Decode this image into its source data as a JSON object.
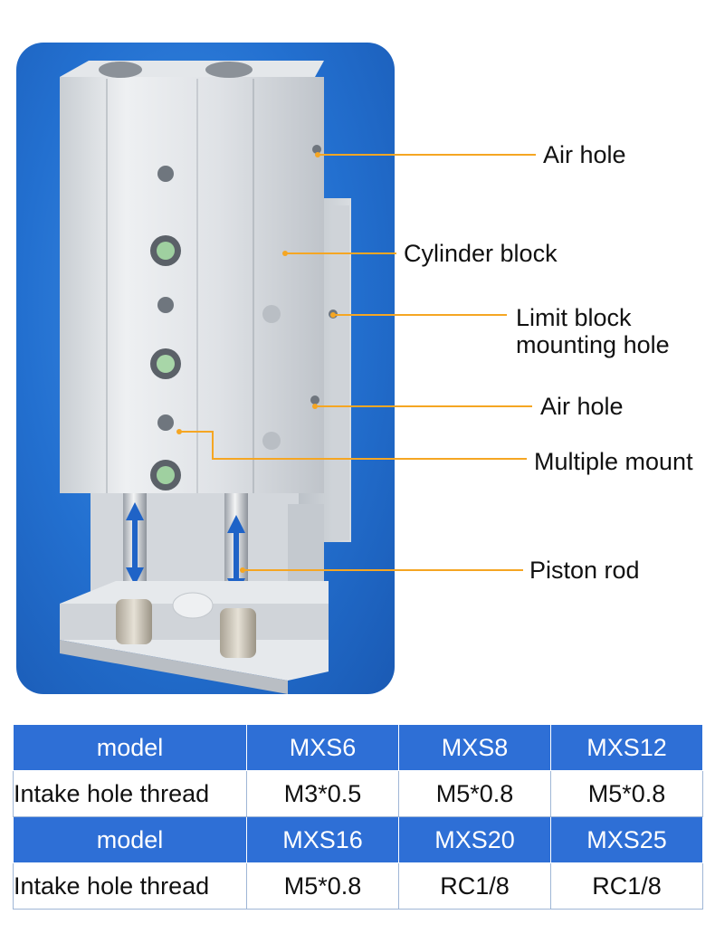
{
  "callouts": {
    "air_hole_top": "Air hole",
    "cylinder_block": "Cylinder block",
    "limit_block_line1": "Limit block",
    "limit_block_line2": "mounting hole",
    "air_hole_side": "Air hole",
    "multiple_mount": "Multiple mount",
    "piston_rod": "Piston rod"
  },
  "colors": {
    "panel_blue": "#2370d0",
    "callout_line": "#f5a623",
    "table_header": "#2e6fd6"
  },
  "spec_table": {
    "rows": [
      {
        "type": "head",
        "cells": [
          "model",
          "MXS6",
          "MXS8",
          "MXS12"
        ]
      },
      {
        "type": "val",
        "cells": [
          "Intake hole thread",
          "M3*0.5",
          "M5*0.8",
          "M5*0.8"
        ]
      },
      {
        "type": "head",
        "cells": [
          "model",
          "MXS16",
          "MXS20",
          "MXS25"
        ]
      },
      {
        "type": "val",
        "cells": [
          "Intake hole thread",
          "M5*0.8",
          "RC1/8",
          "RC1/8"
        ]
      }
    ]
  }
}
